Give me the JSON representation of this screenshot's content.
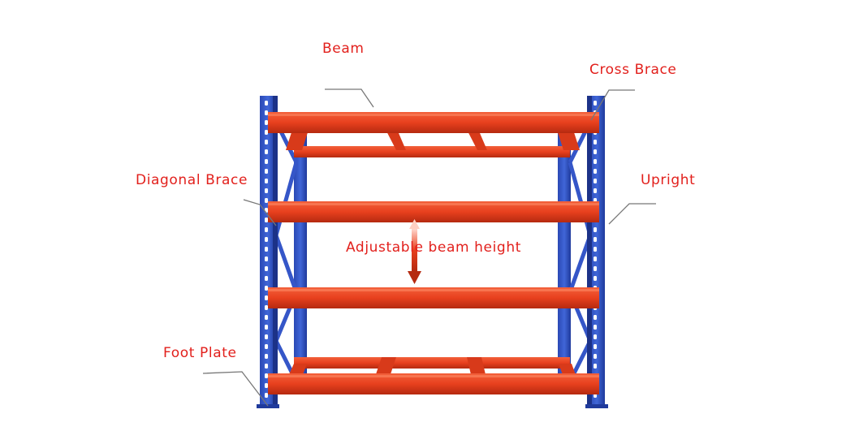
{
  "labels": {
    "beam": "Beam",
    "cross_brace": "Cross Brace",
    "diagonal_brace": "Diagonal Brace",
    "upright": "Upright",
    "adjustable_beam_height": "Adjustable beam height",
    "foot_plate": "Foot Plate"
  },
  "colors": {
    "label": "#e2201c",
    "upright_blue": "#3556c8",
    "upright_blue_dark": "#1f3a9c",
    "beam_red": "#e8401e",
    "beam_red_dark": "#b52a10",
    "leader_line": "#777777"
  },
  "rack": {
    "levels": 4
  }
}
